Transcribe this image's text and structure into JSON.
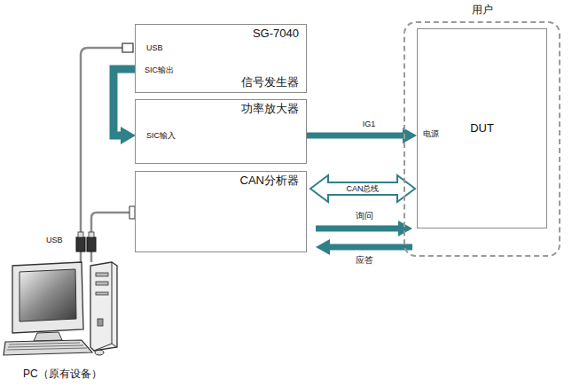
{
  "diagram": {
    "nodes": [
      {
        "text": [
          "SG-7040",
          "信号发生器",
          "USB",
          "SIC输出"
        ]
      },
      {
        "text": [
          "功率放大器",
          "SIC输入"
        ]
      },
      {
        "text": [
          "CAN分析器"
        ]
      },
      {
        "text": [
          "用户"
        ]
      },
      {
        "text": [
          "DUT",
          "电源"
        ],
        "in": 3
      }
    ],
    "edges": [
      {
        "from": 0,
        "to": 1,
        "arrow": "to"
      },
      {
        "from": 1,
        "to": 4,
        "label": "IG1",
        "arrow": "to"
      },
      {
        "from": 2,
        "to": 4,
        "label": "CAN总线",
        "arrow": "both"
      },
      {
        "from": 2,
        "to": 3,
        "label": "询问",
        "arrow": "to"
      },
      {
        "from": 3,
        "to": 2,
        "label": "应答",
        "arrow": "to"
      }
    ],
    "labels": [
      "USB",
      "PC（原有设备）"
    ]
  }
}
